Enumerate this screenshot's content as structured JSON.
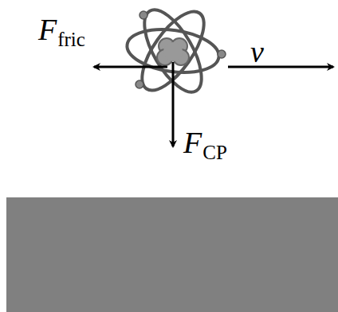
{
  "diagram": {
    "labels": [
      "F",
      "fric",
      "v",
      "F",
      "CP"
    ]
  }
}
